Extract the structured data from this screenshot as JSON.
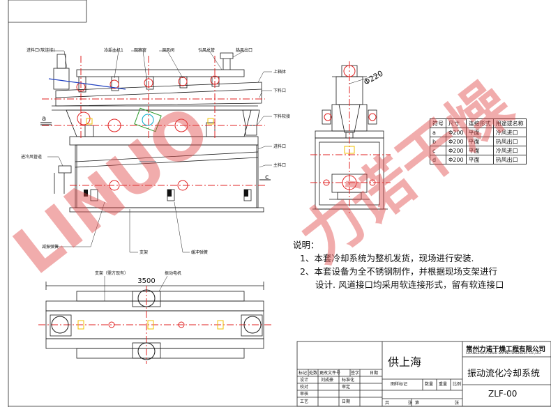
{
  "front_view_labels": {
    "feed_inlet": "进料口(软连接)",
    "cooling_main": "冷却主机1",
    "observation": "观察窗",
    "damper": "调风阀",
    "exhaust_pipe": "引风总管",
    "hot_air_outlet": "热风出口",
    "upper_box": "上箱体",
    "discharge_port": "下料口",
    "discharge_chute": "下料软接",
    "lower_port": "进料口",
    "main_port": "主料口",
    "cold_air_inlet": "进冷风管道",
    "vibration_spring": "减振弹簧",
    "support": "支架",
    "air_spring": "缓冲弹簧",
    "section_a": "a",
    "section_c": "c"
  },
  "side_view": {
    "diameter": "Φ220"
  },
  "top_view": {
    "dimension": "3500",
    "support_label": "支架（需方现有）",
    "motor_label": "振动电机"
  },
  "spec_table": {
    "headers": [
      "符号",
      "尺寸",
      "连接形式",
      "用途或名称"
    ],
    "rows": [
      [
        "a",
        "Φ200",
        "平面",
        "冷风进口"
      ],
      [
        "b",
        "Φ200",
        "平面",
        "热风出口"
      ],
      [
        "c",
        "Φ200",
        "平面",
        "冷风进口"
      ],
      [
        "d",
        "Φ200",
        "平面",
        "热风出口"
      ]
    ]
  },
  "notes": {
    "title": "说明：",
    "line1": "1、本套冷却系统为整机发货，现场进行安装.",
    "line2": "2、本套设备为全不锈钢制作，并根据现场支架进行",
    "line3": "设计. 风道接口均采用软连接形式，留有软连接口"
  },
  "title_block": {
    "supply": "供上海",
    "company_cn": "常州力诺干燥工程有限公司",
    "company_en": "CHANGZHOU LINUO DRYING ENGINEER CO.,LTD",
    "drawing_name": "振动流化冷却系统",
    "drawing_no": "ZLF-00",
    "rev_headers": [
      "标记",
      "处数",
      "更改文件号",
      "签字",
      "日期"
    ],
    "row_design": "设计",
    "designer": "刘成豪",
    "standard": "标准化",
    "row_check": "校对",
    "review": "审定",
    "row_audit": "审核",
    "row_process": "工艺",
    "approve": "日期",
    "stage_mark": "图样标记",
    "qty": "数量",
    "weight": "重量",
    "scale": "比例",
    "sheet_total": "共",
    "sheet_label": "张",
    "sheet_no": "第",
    "sheet_label2": "张"
  },
  "watermark": {
    "text1": "LINUO",
    "text2": "力诺干燥"
  },
  "colors": {
    "line": "#1a1a1a",
    "red": "#e02020",
    "cyan": "#00a8c8",
    "yellow": "#f0c000",
    "green": "#2a9a2a",
    "blue": "#2040c0"
  }
}
